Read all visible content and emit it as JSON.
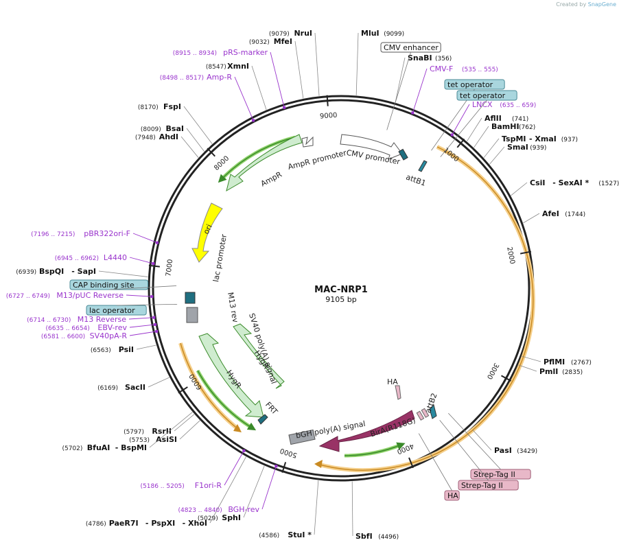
{
  "credit": {
    "prefix": "Created by",
    "brand": "SnapGene"
  },
  "plasmid": {
    "name": "MAC-NRP1",
    "length": "9105 bp"
  },
  "ring_ticks": [
    {
      "label": "1000",
      "bp": 1000
    },
    {
      "label": "2000",
      "bp": 2000
    },
    {
      "label": "3000",
      "bp": 3000
    },
    {
      "label": "4000",
      "bp": 4000
    },
    {
      "label": "5000",
      "bp": 5000
    },
    {
      "label": "6000",
      "bp": 6000
    },
    {
      "label": "7000",
      "bp": 7000
    },
    {
      "label": "8000",
      "bp": 8000
    },
    {
      "label": "9000",
      "bp": 9000
    }
  ],
  "sites": [
    {
      "name": "MluI",
      "pos": "(9099)"
    },
    {
      "name": "NruI",
      "pos": "(9079)"
    },
    {
      "name": "MfeI",
      "pos": "(9032)"
    },
    {
      "name": "XmnI",
      "pos": "(8547)"
    },
    {
      "name": "FspI",
      "pos": "(8170)"
    },
    {
      "name": "BsaI",
      "pos": "(8009)"
    },
    {
      "name": "AhdI",
      "pos": "(7948)"
    },
    {
      "name": "BspQI",
      "pos": "(6939)",
      "extra": "- SapI"
    },
    {
      "name": "PsiI",
      "pos": "(6563)"
    },
    {
      "name": "SacII",
      "pos": "(6169)"
    },
    {
      "name": "RsrII",
      "pos": "(5797)"
    },
    {
      "name": "AsiSI",
      "pos": "(5753)"
    },
    {
      "name": "BfuAI",
      "pos": "(5702)",
      "extra": "- BspMI"
    },
    {
      "name": "SphI",
      "pos": "(5029)"
    },
    {
      "name": "PaeR7I",
      "pos": "(4786)",
      "extra": "- PspXI",
      "extra2": "- XhoI"
    },
    {
      "name": "StuI *",
      "pos": "(4586)"
    },
    {
      "name": "SbfI",
      "pos": "(4496)"
    },
    {
      "name": "PasI",
      "pos": "(3429)"
    },
    {
      "name": "PmlI",
      "pos": "(2835)"
    },
    {
      "name": "PflMI",
      "pos": "(2767)"
    },
    {
      "name": "AfeI",
      "pos": "(1744)"
    },
    {
      "name": "CsiI",
      "pos": "(1527)",
      "extra": "- SexAI *"
    },
    {
      "name": "SmaI",
      "pos": "(939)"
    },
    {
      "name": "TspMI",
      "pos": "(937)",
      "extra": "- XmaI"
    },
    {
      "name": "BamHI",
      "pos": "(762)"
    },
    {
      "name": "AflII",
      "pos": "(741)"
    },
    {
      "name": "SnaBI",
      "pos": "(356)"
    }
  ],
  "primers": [
    {
      "name": "pRS-marker",
      "range": "(8915 .. 8934)"
    },
    {
      "name": "Amp-R",
      "range": "(8498 .. 8517)"
    },
    {
      "name": "pBR322ori-F",
      "range": "(7196 .. 7215)"
    },
    {
      "name": "L4440",
      "range": "(6945 .. 6962)"
    },
    {
      "name": "M13/pUC Reverse",
      "range": "(6727 .. 6749)"
    },
    {
      "name": "M13 Reverse",
      "range": "(6714 .. 6730)"
    },
    {
      "name": "EBV-rev",
      "range": "(6635 .. 6654)"
    },
    {
      "name": "SV40pA-R",
      "range": "(6581 .. 6600)"
    },
    {
      "name": "F1ori-R",
      "range": "(5186 .. 5205)"
    },
    {
      "name": "BGH-rev",
      "range": "(4823 .. 4840)"
    },
    {
      "name": "CMV-F",
      "range": "(535 .. 555)"
    },
    {
      "name": "LNCX",
      "range": "(635 .. 659)"
    }
  ],
  "boxed_labels": [
    {
      "text": "CMV enhancer",
      "style": "white"
    },
    {
      "text": "tet operator",
      "style": "teal"
    },
    {
      "text": "tet operator",
      "style": "teal"
    },
    {
      "text": "CAP binding site",
      "style": "teal"
    },
    {
      "text": "lac operator",
      "style": "teal"
    },
    {
      "text": "Strep-Tag II",
      "style": "pink"
    },
    {
      "text": "Strep-Tag II",
      "style": "pink"
    },
    {
      "text": "HA",
      "style": "pink"
    }
  ],
  "features": {
    "cmv_promoter": "CMV promoter",
    "attb1": "attB1",
    "ampr_promoter": "AmpR promoter",
    "ampr": "AmpR",
    "ori": "ori",
    "lac_promoter": "lac promoter",
    "m13_rev": "M13 rev",
    "sv40": "SV40 poly(A) signal",
    "hygr1": "HygR",
    "hygr2": "HygR",
    "frt": "FRT",
    "bgh": "bGH poly(A) signal",
    "birA": "BirA(R118G)",
    "ha": "HA",
    "attb2": "attB2"
  },
  "colors": {
    "primer": "#9933cc",
    "backbone": "#222222",
    "orange": "#f0a030",
    "green": "#cfeccf",
    "green_edge": "#3a8a2a",
    "yellow": "#ffff00",
    "birA": "#993366",
    "teal_box": "#a9d6de",
    "pink_box": "#e8b8c8",
    "grey_feature": "#a0a4aa"
  }
}
